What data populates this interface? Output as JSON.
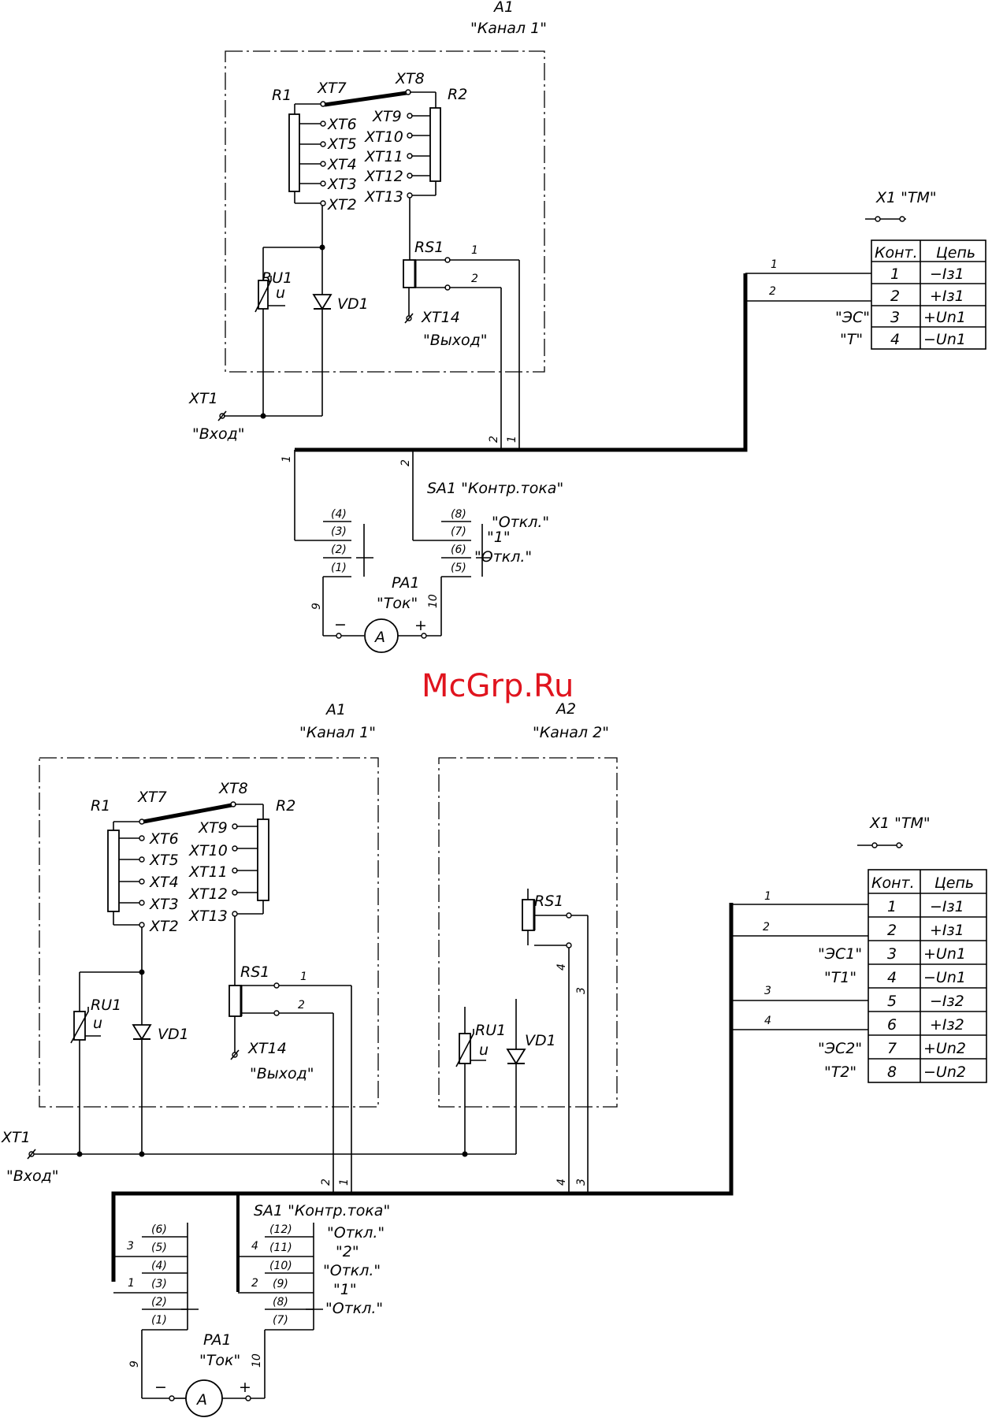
{
  "watermark": "McGrp.Ru",
  "diagram1": {
    "title_a1": "A1",
    "title_a1_name": "\"Канал  1\"",
    "r1": "R1",
    "r2": "R2",
    "xt7": "XT7",
    "xt8": "XT8",
    "xt6": "XT6",
    "xt5": "XT5",
    "xt4": "XT4",
    "xt3": "XT3",
    "xt2": "XT2",
    "xt9": "XT9",
    "xt10": "XT10",
    "xt11": "XT11",
    "xt12": "XT12",
    "xt13": "XT13",
    "rs1": "RS1",
    "ru1": "RU1",
    "u": "u",
    "vd1": "VD1",
    "xt14": "XT14",
    "xt14_name": "\"Выход\"",
    "xt1": "XT1",
    "xt1_name": "\"Вход\"",
    "w1": "1",
    "w2": "2",
    "x1_title": "X1  \"ТМ\"",
    "sa1": "SA1  \"Контр.тока\"",
    "pa1": "PA1",
    "pa1_name": "\"Ток\"",
    "ammeter": "A",
    "minus": "−",
    "plus": "+",
    "w9": "9",
    "w10": "10",
    "sw_left": [
      "(4)",
      "(3)",
      "(2)",
      "(1)"
    ],
    "sw_right": [
      "(8)",
      "(7)",
      "(6)",
      "(5)"
    ],
    "sw_pos": [
      "\"Откл.\"",
      "\"1\"",
      "\"Откл.\""
    ],
    "table_header": [
      "Конт.",
      "Цепь"
    ],
    "table_rows": [
      {
        "k": "1",
        "c": "−Iз1",
        "side": ""
      },
      {
        "k": "2",
        "c": "+Iз1",
        "side": ""
      },
      {
        "k": "3",
        "c": "+Un1",
        "side": "\"ЭС\""
      },
      {
        "k": "4",
        "c": "−Un1",
        "side": "\"Т\""
      }
    ]
  },
  "diagram2": {
    "title_a1": "A1",
    "title_a1_name": "\"Канал  1\"",
    "title_a2": "A2",
    "title_a2_name": "\"Канал  2\"",
    "r1": "R1",
    "r2": "R2",
    "xt7": "XT7",
    "xt8": "XT8",
    "xt6": "XT6",
    "xt5": "XT5",
    "xt4": "XT4",
    "xt3": "XT3",
    "xt2": "XT2",
    "xt9": "XT9",
    "xt10": "XT10",
    "xt11": "XT11",
    "xt12": "XT12",
    "xt13": "XT13",
    "rs1": "RS1",
    "ru1": "RU1",
    "u": "u",
    "vd1": "VD1",
    "xt14": "XT14",
    "xt14_name": "\"Выход\"",
    "xt1": "XT1",
    "xt1_name": "\"Вход\"",
    "w1": "1",
    "w2": "2",
    "w3": "3",
    "w4": "4",
    "x1_title": "X1  \"ТМ\"",
    "sa1": "SA1  \"Контр.тока\"",
    "pa1": "PA1",
    "pa1_name": "\"Ток\"",
    "ammeter": "A",
    "minus": "−",
    "plus": "+",
    "w9": "9",
    "w10": "10",
    "sw_left": [
      "(6)",
      "(5)",
      "(4)",
      "(3)",
      "(2)",
      "(1)"
    ],
    "sw_right": [
      "(12)",
      "(11)",
      "(10)",
      "(9)",
      "(8)",
      "(7)"
    ],
    "sw_pos": [
      "\"Откл.\"",
      "\"2\"",
      "\"Откл.\"",
      "\"1\"",
      "\"Откл.\""
    ],
    "table_header": [
      "Конт.",
      "Цепь"
    ],
    "table_rows": [
      {
        "k": "1",
        "c": "−Iз1",
        "side": ""
      },
      {
        "k": "2",
        "c": "+Iз1",
        "side": ""
      },
      {
        "k": "3",
        "c": "+Un1",
        "side": "\"ЭС1\""
      },
      {
        "k": "4",
        "c": "−Un1",
        "side": "\"Т1\""
      },
      {
        "k": "5",
        "c": "−Iз2",
        "side": ""
      },
      {
        "k": "6",
        "c": "+Iз2",
        "side": ""
      },
      {
        "k": "7",
        "c": "+Un2",
        "side": "\"ЭС2\""
      },
      {
        "k": "8",
        "c": "−Un2",
        "side": "\"Т2\""
      }
    ]
  }
}
